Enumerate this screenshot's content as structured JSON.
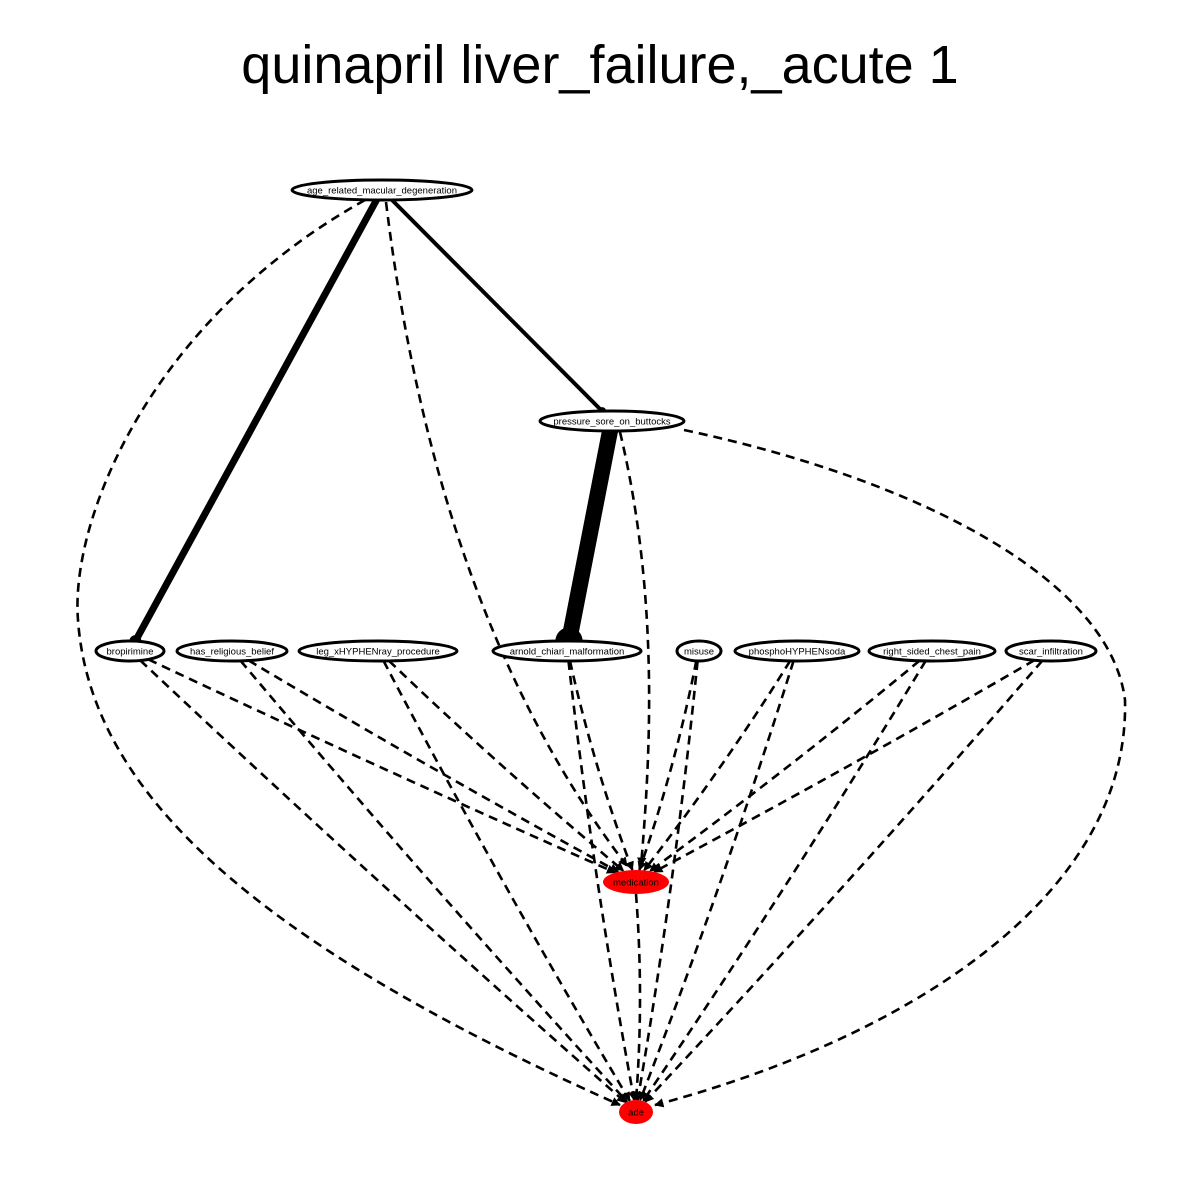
{
  "title": "quinapril liver_failure,_acute 1",
  "colors": {
    "highlight": "#ff0000",
    "node_fill": "#ffffff",
    "stroke": "#000000"
  },
  "nodes": [
    {
      "id": "amd",
      "label": "age_related_macular_degeneration",
      "highlight": false
    },
    {
      "id": "psb",
      "label": "pressure_sore_on_buttocks",
      "highlight": false
    },
    {
      "id": "bro",
      "label": "bropirimine",
      "highlight": false
    },
    {
      "id": "hrb",
      "label": "has_religious_belief",
      "highlight": false
    },
    {
      "id": "leg",
      "label": "leg_xHYPHENray_procedure",
      "highlight": false
    },
    {
      "id": "acm",
      "label": "arnold_chiari_malformation",
      "highlight": false
    },
    {
      "id": "mis",
      "label": "misuse",
      "highlight": false
    },
    {
      "id": "pho",
      "label": "phosphoHYPHENsoda",
      "highlight": false
    },
    {
      "id": "rsc",
      "label": "right_sided_chest_pain",
      "highlight": false
    },
    {
      "id": "sci",
      "label": "scar_infiltration",
      "highlight": false
    },
    {
      "id": "med",
      "label": "medication",
      "highlight": true
    },
    {
      "id": "ade",
      "label": "ade",
      "highlight": true
    }
  ],
  "edges": [
    {
      "from": "amd",
      "to": "bro",
      "style": "solid",
      "weight": 7
    },
    {
      "from": "amd",
      "to": "psb",
      "style": "solid",
      "weight": 4
    },
    {
      "from": "psb",
      "to": "acm",
      "style": "solid",
      "weight": 16
    },
    {
      "from": "amd",
      "to": "med",
      "style": "dashed"
    },
    {
      "from": "amd",
      "to": "ade",
      "style": "dashed"
    },
    {
      "from": "psb",
      "to": "med",
      "style": "dashed"
    },
    {
      "from": "psb",
      "to": "ade",
      "style": "dashed"
    },
    {
      "from": "bro",
      "to": "med",
      "style": "dashed"
    },
    {
      "from": "bro",
      "to": "ade",
      "style": "dashed"
    },
    {
      "from": "hrb",
      "to": "med",
      "style": "dashed"
    },
    {
      "from": "hrb",
      "to": "ade",
      "style": "dashed"
    },
    {
      "from": "leg",
      "to": "med",
      "style": "dashed"
    },
    {
      "from": "leg",
      "to": "ade",
      "style": "dashed"
    },
    {
      "from": "acm",
      "to": "med",
      "style": "dashed"
    },
    {
      "from": "acm",
      "to": "ade",
      "style": "dashed"
    },
    {
      "from": "mis",
      "to": "med",
      "style": "dashed"
    },
    {
      "from": "mis",
      "to": "ade",
      "style": "dashed"
    },
    {
      "from": "pho",
      "to": "med",
      "style": "dashed"
    },
    {
      "from": "pho",
      "to": "ade",
      "style": "dashed"
    },
    {
      "from": "rsc",
      "to": "med",
      "style": "dashed"
    },
    {
      "from": "rsc",
      "to": "ade",
      "style": "dashed"
    },
    {
      "from": "sci",
      "to": "med",
      "style": "dashed"
    },
    {
      "from": "sci",
      "to": "ade",
      "style": "dashed"
    },
    {
      "from": "med",
      "to": "ade",
      "style": "dashed"
    }
  ]
}
